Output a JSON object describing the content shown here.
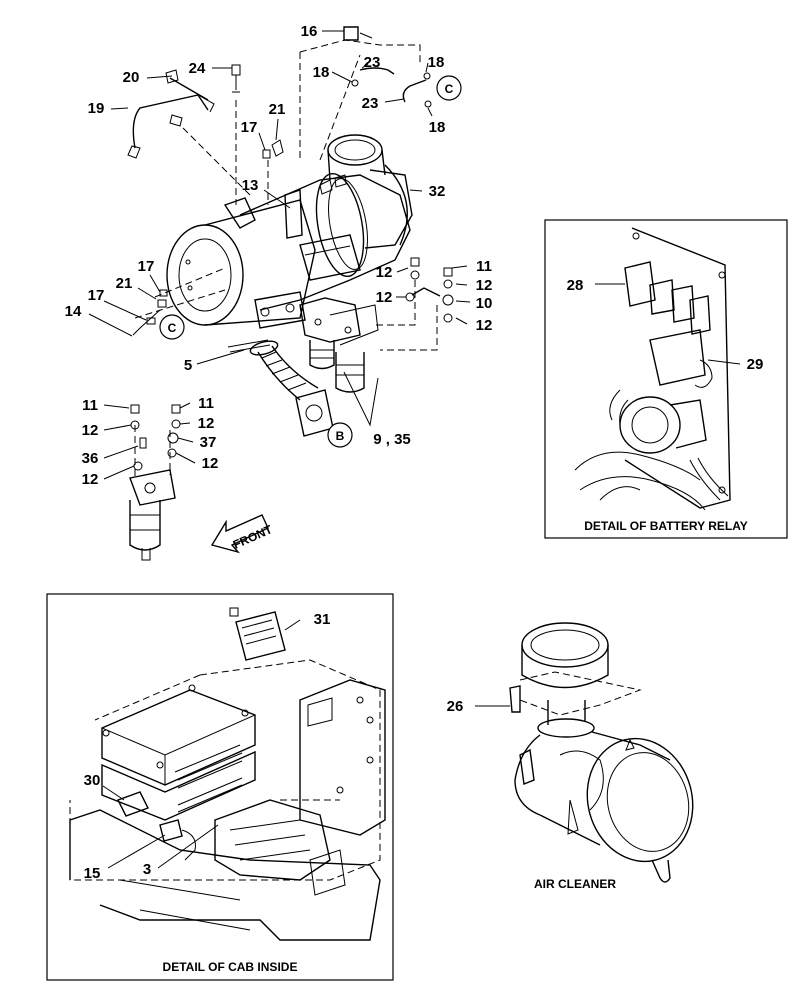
{
  "callouts": {
    "c16": "16",
    "c24": "24",
    "c20": "20",
    "c18a": "18",
    "c23a": "23",
    "c18b": "18",
    "c23b": "23",
    "c18c": "18",
    "c19": "19",
    "c21a": "21",
    "c17a": "17",
    "c13": "13",
    "c32": "32",
    "c17b": "17",
    "c21b": "21",
    "c17c": "17",
    "c14": "14",
    "c12a": "12",
    "c11a": "11",
    "c12b": "12",
    "c12c": "12",
    "c10": "10",
    "c12d": "12",
    "c5": "5",
    "c935": "9 , 35",
    "c11b": "11",
    "c11c": "11",
    "c12e": "12",
    "c12f": "12",
    "c36": "36",
    "c37": "37",
    "c12g": "12",
    "c12h": "12",
    "c28": "28",
    "c29": "29",
    "c31": "31",
    "c26": "26",
    "c30": "30",
    "c15": "15",
    "c3": "3"
  },
  "refs": {
    "c_top": "C",
    "c_left": "C",
    "b_bottom": "B"
  },
  "front_label": "FRONT",
  "captions": {
    "battery_relay": "DETAIL OF BATTERY RELAY",
    "cab_inside": "DETAIL OF CAB INSIDE",
    "air_cleaner": "AIR CLEANER"
  }
}
